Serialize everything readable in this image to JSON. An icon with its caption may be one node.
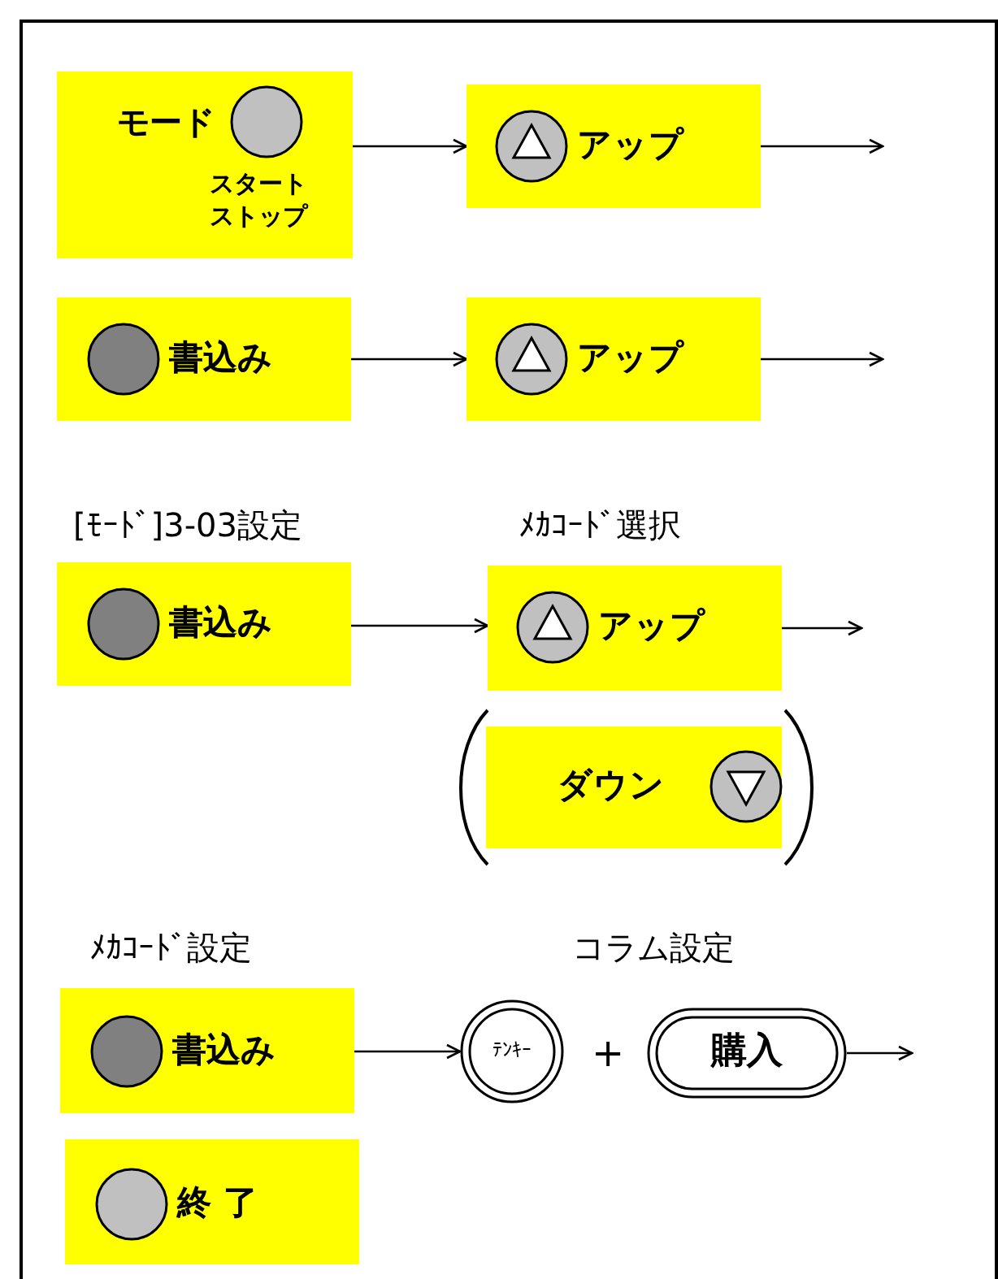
{
  "diagram": {
    "nodes": [
      {
        "text": [
          "モード",
          "スタートストップ"
        ]
      },
      {
        "text": [
          "アップ"
        ]
      },
      {
        "text": [
          "書込み"
        ]
      },
      {
        "text": [
          "アップ"
        ]
      },
      {
        "text": [
          "書込み"
        ],
        "beside": [
          "[ﾓｰﾄﾞ]3-03設定"
        ]
      },
      {
        "text": [
          "アップ"
        ],
        "beside": [
          "ﾒｶｺｰﾄﾞ選択"
        ]
      },
      {
        "text": [
          "ダウン"
        ]
      },
      {
        "text": [
          "書込み"
        ],
        "beside": [
          "ﾒｶｺｰﾄﾞ設定"
        ]
      },
      {
        "text": [
          "ﾃﾝｷｰ"
        ]
      },
      {
        "text": [
          "購入"
        ]
      },
      {
        "text": [
          "終 了"
        ]
      }
    ],
    "edges": [
      {
        "from": 0,
        "to": 1,
        "arrow": "to"
      },
      {
        "from": 1,
        "to": null,
        "arrow": "to"
      },
      {
        "from": 2,
        "to": 3,
        "arrow": "to"
      },
      {
        "from": 3,
        "to": null,
        "arrow": "to"
      },
      {
        "from": 4,
        "to": 5,
        "arrow": "to"
      },
      {
        "from": 5,
        "to": null,
        "arrow": "to"
      },
      {
        "from": 7,
        "to": 8,
        "arrow": "to"
      },
      {
        "from": 9,
        "to": null,
        "arrow": "to"
      }
    ],
    "labels": [
      "コラム設定",
      "+"
    ]
  }
}
